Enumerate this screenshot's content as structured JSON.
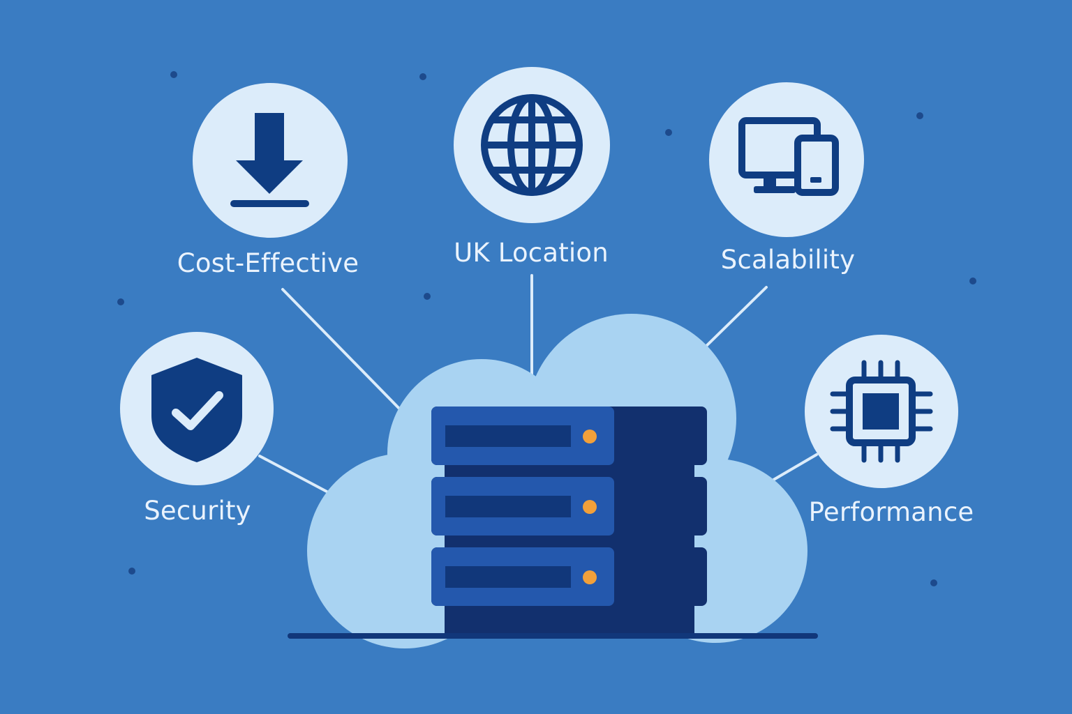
{
  "colors": {
    "background": "#3a7cc2",
    "circle_fill": "#dcecfa",
    "icon": "#0f3d82",
    "cloud": "#a9d3f2",
    "server_front": "#2458ad",
    "server_back": "#12306e",
    "server_slot": "#11377a",
    "led": "#f2a03a",
    "connector": "#dcecfa",
    "label_text": "#eaf3fd"
  },
  "features": [
    {
      "id": "cost",
      "label": "Cost-Effective",
      "icon": "download-icon"
    },
    {
      "id": "uk",
      "label": "UK Location",
      "icon": "globe-icon"
    },
    {
      "id": "scal",
      "label": "Scalability",
      "icon": "devices-icon"
    },
    {
      "id": "sec",
      "label": "Security",
      "icon": "shield-check-icon"
    },
    {
      "id": "perf",
      "label": "Performance",
      "icon": "cpu-chip-icon"
    }
  ],
  "hub": {
    "icon": "server-stack-icon",
    "background_icon": "cloud-icon"
  }
}
